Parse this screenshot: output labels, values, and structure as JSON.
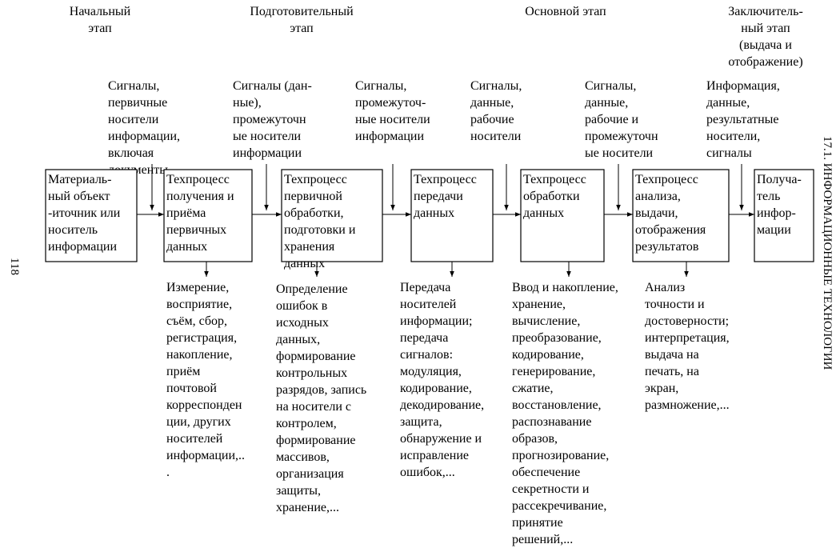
{
  "stages": [
    {
      "lines": [
        "Начальный",
        "этап"
      ]
    },
    {
      "lines": [
        "Подготовительный",
        "этап"
      ]
    },
    {
      "lines": [
        "Основной этап"
      ]
    },
    {
      "lines": [
        "Заключитель-",
        "ный этап",
        "(выдача и",
        "отображение)"
      ]
    }
  ],
  "inputs": [
    {
      "lines": [
        "Сигналы,",
        "первичные",
        "носители",
        "информации,",
        "включая",
        "документы"
      ]
    },
    {
      "lines": [
        "Сигналы (дан-",
        "ные),",
        "промежуточн",
        "ые носители",
        "информации"
      ]
    },
    {
      "lines": [
        "Сигналы,",
        "промежуточ-",
        "ные носители",
        "информации"
      ]
    },
    {
      "lines": [
        "Сигналы,",
        "данные,",
        "рабочие",
        "носители"
      ]
    },
    {
      "lines": [
        "Сигналы,",
        "данные,",
        "рабочие и",
        "промежуточн",
        "ые носители"
      ]
    },
    {
      "lines": [
        "Информация,",
        "данные,",
        "результатные",
        "носители,",
        "сигналы"
      ]
    }
  ],
  "boxes": [
    {
      "lines": [
        "Материаль-",
        "ный объект",
        "-иточник или",
        "носитель",
        "информации"
      ]
    },
    {
      "lines": [
        "Техпроцесс",
        "получения и",
        "приёма",
        "первичных",
        "данных"
      ]
    },
    {
      "lines": [
        "Техпроцесс",
        "первичной",
        "обработки,",
        "подготовки и",
        "хранения",
        "данных"
      ]
    },
    {
      "lines": [
        "Техпроцесс",
        "передачи",
        "данных"
      ]
    },
    {
      "lines": [
        "Техпроцесс",
        "обработки",
        "данных"
      ]
    },
    {
      "lines": [
        "Техпроцесс",
        "анализа,",
        "выдачи,",
        "отображения",
        "результатов"
      ]
    },
    {
      "lines": [
        "Получа-",
        "тель",
        "инфор-",
        "мации"
      ]
    }
  ],
  "outputs": [
    {
      "lines": [
        "Измерение,",
        "восприятие,",
        "съём, сбор,",
        "регистрация,",
        "накопление,",
        "приём",
        "почтовой",
        "корреспонден",
        "ции, других",
        "носителей",
        "информации,..",
        "."
      ]
    },
    {
      "lines": [
        "Определение",
        "ошибок в",
        "исходных",
        "данных,",
        "формирование",
        "контрольных",
        "разрядов, запись",
        "на носители с",
        "контролем,",
        "формирование",
        "массивов,",
        "организация",
        "защиты,",
        "хранение,..."
      ]
    },
    {
      "lines": [
        "Передача",
        "носителей",
        "информации;",
        "передача",
        "сигналов:",
        "модуляция,",
        "кодирование,",
        "декодирование,",
        "защита,",
        "обнаружение и",
        "исправление",
        "ошибок,..."
      ]
    },
    {
      "lines": [
        "Ввод и накопление,",
        "хранение,",
        "вычисление,",
        "преобразование,",
        "кодирование,",
        "генерирование,",
        "сжатие,",
        "восстановление,",
        "распознавание",
        "образов,",
        "прогнозирование,",
        "обеспечение",
        "секретности и",
        "рассекречивание,",
        "принятие",
        "решений,..."
      ]
    },
    {
      "lines": [
        "Анализ",
        "точности и",
        "достоверности;",
        "интерпретация,",
        "выдача на",
        "печать, на",
        "экран,",
        "размножение,..."
      ]
    }
  ],
  "page_number": "118",
  "running_header": "17.1. ИНФОРМАЦИОННЫЕ ТЕХНОЛОГИИ"
}
